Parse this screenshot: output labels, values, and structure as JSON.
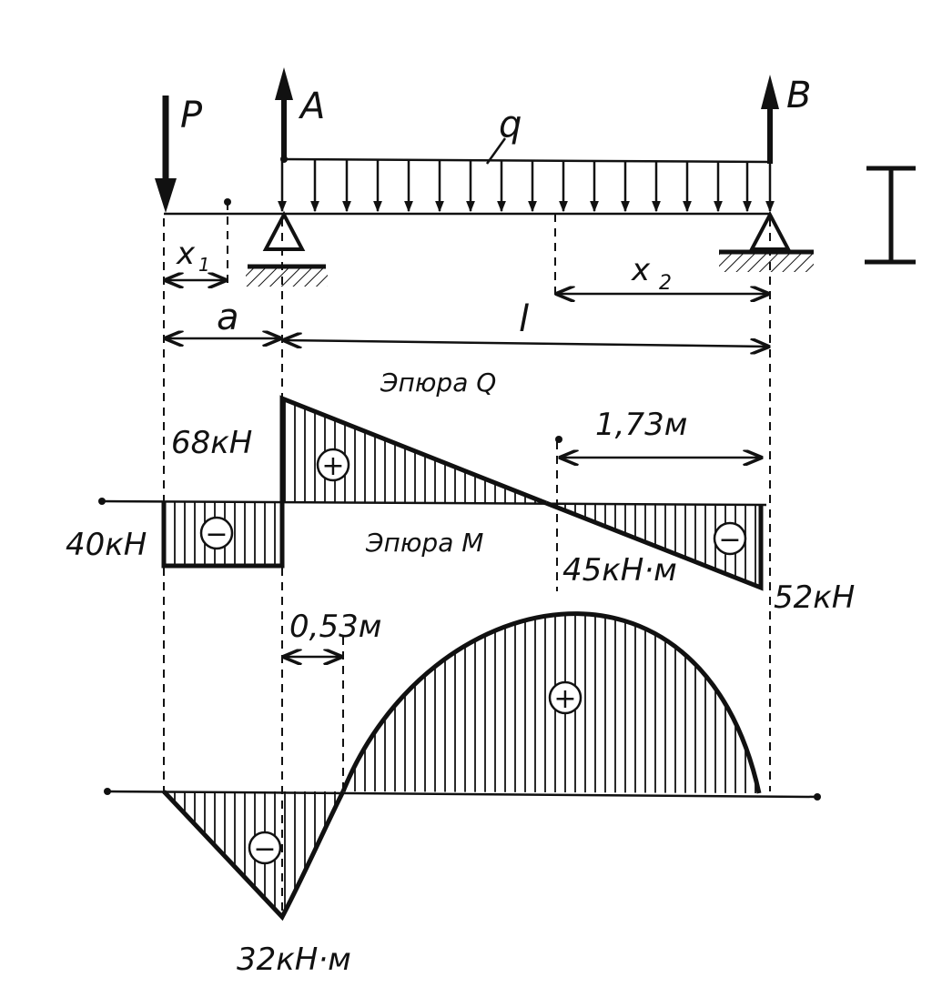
{
  "labels": {
    "load_p": "P",
    "support_a": "A",
    "support_b": "B",
    "load_q": "q",
    "dim_x1": "x",
    "dim_x1_sub": "1",
    "dim_x2": "x",
    "dim_x2_sub": "2",
    "dim_a": "a",
    "dim_l": "l",
    "diagram_q_title": "Эпюра Q",
    "diagram_m_title": "Эпюра М",
    "q_left_value": "40кН",
    "q_a_value": "68кН",
    "q_right_value": "52кН",
    "q_zero_dist": "1,73м",
    "m_max_value": "45кН·м",
    "m_min_value": "32кН·м",
    "m_zero_dist": "0,53м",
    "sign_plus": "+",
    "sign_minus": "−"
  },
  "values": {
    "shear_diagram": {
      "left_overhang": -40,
      "at_A": 68,
      "at_B": -52,
      "zero_from_B": 1.73,
      "unit": "кН"
    },
    "moment_diagram": {
      "at_A": -32,
      "max": 45,
      "zero_from_A": 0.53,
      "unit": "кН·м"
    }
  }
}
